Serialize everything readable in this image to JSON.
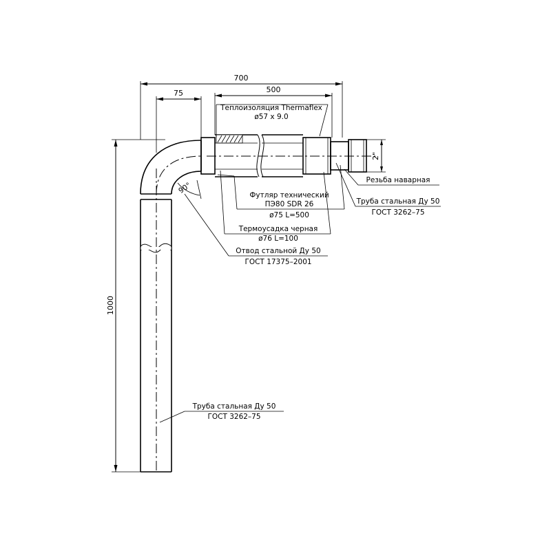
{
  "dimensions": {
    "overall_length": "700",
    "offset": "75",
    "sleeve_length": "500",
    "height": "1000",
    "thread_size": "2\"",
    "angle": "90°"
  },
  "labels": {
    "insulation": {
      "line1": "Теплоизоляция Thermaflex",
      "line2": "ø57 х 9.0"
    },
    "thread": {
      "line1": "Резьба наварная"
    },
    "pipe_top": {
      "line1": "Труба стальная Ду 50",
      "line2": "ГОСТ 3262–75"
    },
    "sleeve": {
      "line1": "Футляр технический",
      "line2": "ПЭ80 SDR 26",
      "line3": "ø75 L=500"
    },
    "shrink": {
      "line1": "Термоусадка черная",
      "line2": "ø76 L=100"
    },
    "elbow": {
      "line1": "Отвод стальной Ду 50",
      "line2": "ГОСТ 17375–2001"
    },
    "pipe_vertical": {
      "line1": "Труба стальная Ду 50",
      "line2": "ГОСТ 3262–75"
    }
  }
}
